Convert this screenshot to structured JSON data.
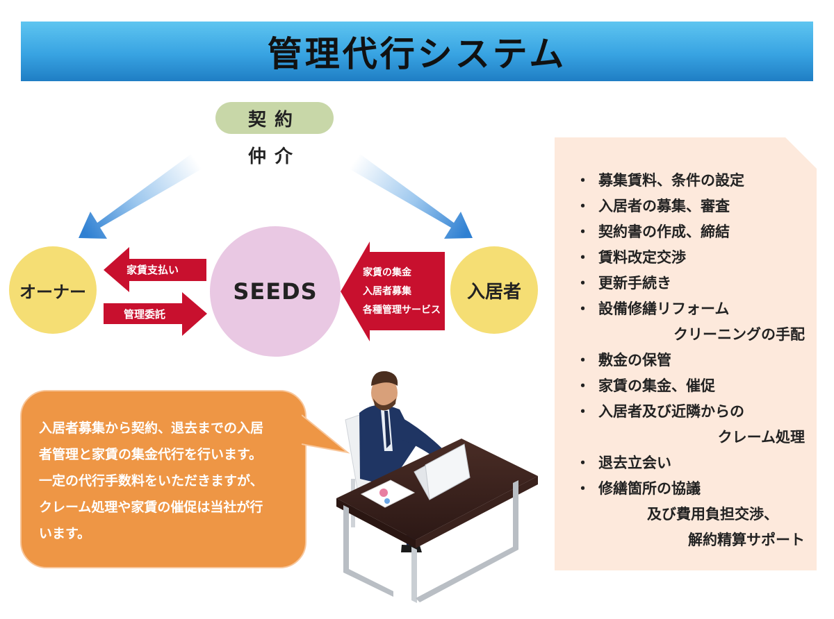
{
  "title": "管理代行システム",
  "contract_label": "契約",
  "mediation_label": "仲介",
  "nodes": {
    "owner": "オーナー",
    "seeds": "SEEDS",
    "resident": "入居者"
  },
  "arrows": {
    "rent_payment": "家賃支払い",
    "management_commission": "管理委託",
    "resident_services": [
      "家賃の集金",
      "入居者募集",
      "各種管理サービス"
    ]
  },
  "services": [
    "募集賃料、条件の設定",
    "入居者の募集、審査",
    "契約書の作成、締結",
    "賃料改定交渉",
    "更新手続き",
    "設備修繕リフォーム",
    "クリーニングの手配",
    "敷金の保管",
    "家賃の集金、催促",
    "入居者及び近隣からの",
    "クレーム処理",
    "退去立会い",
    "修繕箇所の協議",
    "及び費用負担交渉、",
    "解約精算サポート"
  ],
  "description": [
    "入居者募集から契約、退去までの入居",
    "者管理と家賃の集金代行を行います。",
    "一定の代行手数料をいただきますが、",
    "クレーム処理や家賃の催促は当社が行",
    "います。"
  ],
  "colors": {
    "banner_top": "#5ec5f0",
    "banner_bottom": "#1f7ec4",
    "contract_pill": "#c8d7a8",
    "node_yellow": "#f5de74",
    "node_seeds": "#e9c8e3",
    "arrow_red": "#c8102e",
    "arrow_blue": "#3a86d4",
    "info_box": "#fde9dc",
    "bubble": "#ee9645"
  }
}
